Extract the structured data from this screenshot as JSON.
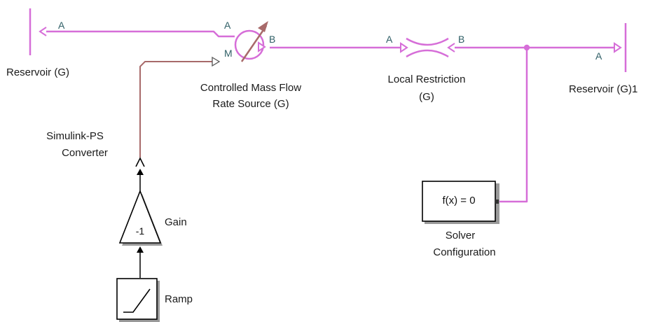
{
  "colors": {
    "physical_line": "#d66ed8",
    "signal_line": "#a86a6a",
    "port_text": "#2f5f66",
    "block_border": "#000000",
    "block_shadow": "#9a9a9a"
  },
  "blocks": {
    "reservoir_left": {
      "label": "Reservoir (G)",
      "port_a": "A",
      "icon": "reservoir-icon"
    },
    "reservoir_right": {
      "label": "Reservoir (G)1",
      "port_a": "A",
      "icon": "reservoir-icon"
    },
    "mass_flow_source": {
      "label_line1": "Controlled Mass Flow",
      "label_line2": "Rate Source (G)",
      "port_a": "A",
      "port_b": "B",
      "port_m": "M",
      "icon": "flow-source-icon"
    },
    "local_restriction": {
      "label_line1": "Local Restriction",
      "label_line2": "(G)",
      "port_a": "A",
      "port_b": "B",
      "icon": "restriction-icon"
    },
    "simulink_ps_converter": {
      "label_line1": "Simulink-PS",
      "label_line2": "Converter",
      "icon": "converter-icon"
    },
    "gain": {
      "label": "Gain",
      "value": "-1",
      "icon": "triangle-gain-icon"
    },
    "ramp": {
      "label": "Ramp",
      "icon": "ramp-icon"
    },
    "solver_configuration": {
      "label_line1": "Solver",
      "label_line2": "Configuration",
      "content": "f(x) = 0",
      "icon": "solver-icon"
    }
  }
}
